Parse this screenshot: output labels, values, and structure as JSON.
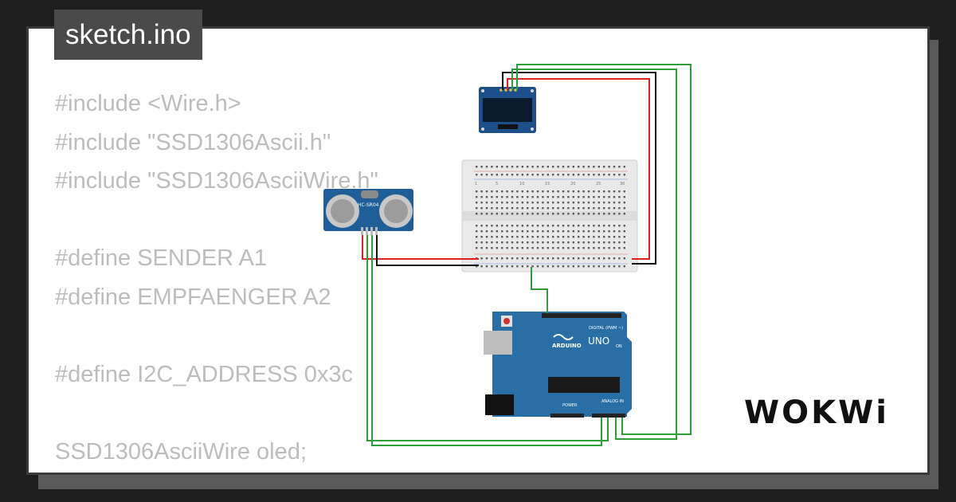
{
  "file_tab": {
    "label": "sketch.ino"
  },
  "code_lines": [
    "#include <Wire.h>",
    "#include \"SSD1306Ascii.h\"",
    "#include \"SSD1306AsciiWire.h\"",
    "",
    "#define SENDER A1",
    "#define EMPFAENGER A2",
    "",
    "#define I2C_ADDRESS 0x3c",
    "",
    "SSD1306AsciiWire oled;"
  ],
  "components": {
    "ultrasonic": {
      "model_label": "HC-SR04"
    },
    "arduino": {
      "brand_label": "ARDUINO",
      "model_label": "UNO",
      "digital_label": "DIGITAL (PWM ~)",
      "analog_label": "ANALOG IN",
      "power_label": "POWER",
      "on_label": "ON"
    },
    "breadboard": {
      "column_numbers": [
        "1",
        "5",
        "10",
        "15",
        "20",
        "25",
        "30"
      ]
    }
  },
  "logo": {
    "text": "WOKWi"
  },
  "colors": {
    "wire_green": "#2e9e3a",
    "wire_red": "#e02020",
    "wire_black": "#111111",
    "arduino_blue": "#2a6ea6",
    "sensor_blue": "#1f5e96",
    "oled_blue": "#1d4f8a"
  }
}
